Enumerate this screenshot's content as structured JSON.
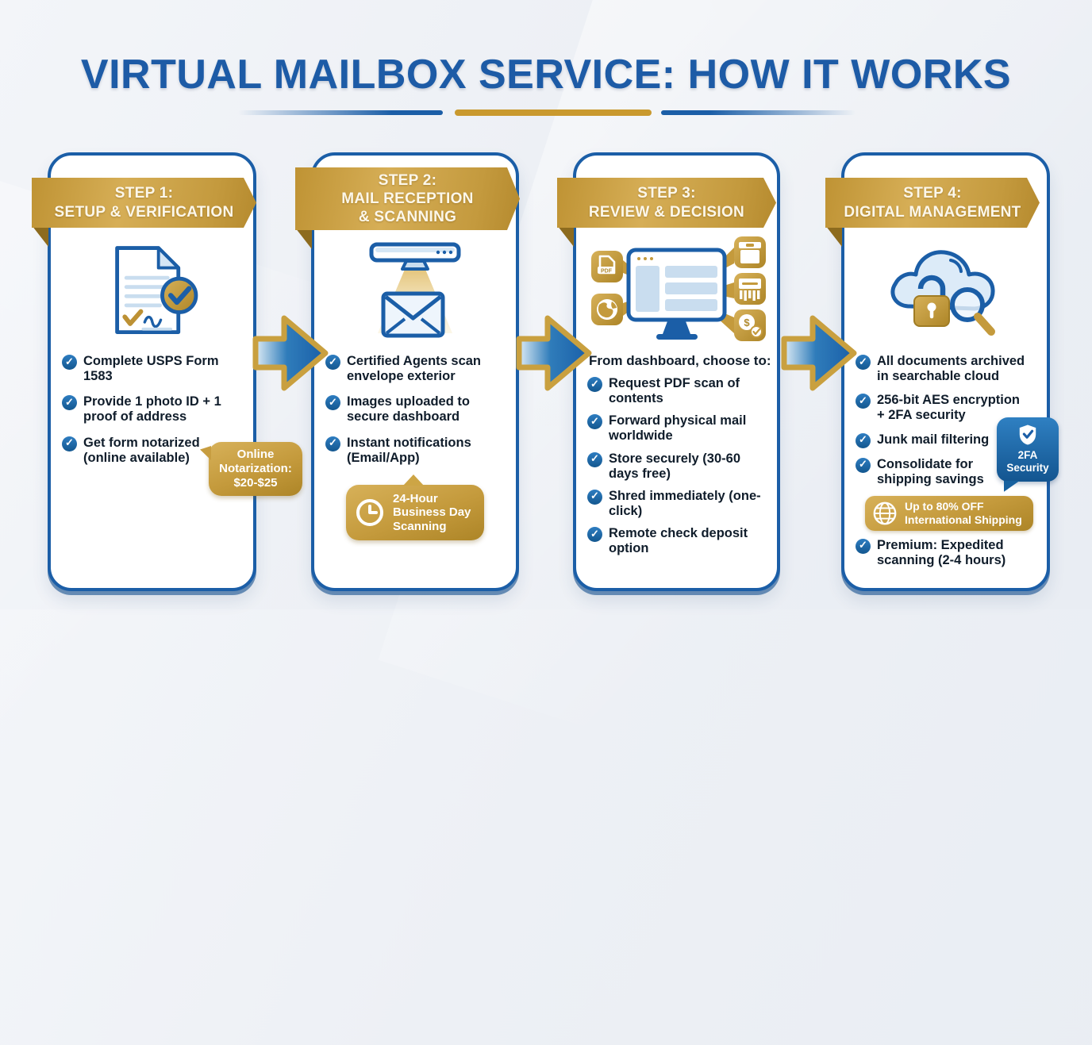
{
  "title": "VIRTUAL MAILBOX SERVICE: HOW IT WORKS",
  "colors": {
    "primary_blue": "#1b5ea7",
    "gold": "#c49a3c",
    "dark_gold": "#8d6b1e",
    "text": "#101d2b",
    "background": "#edf0f5",
    "badge_blue": "#1d6aab"
  },
  "steps": [
    {
      "banner_lines": [
        "STEP 1:",
        "SETUP & VERIFICATION"
      ],
      "icon": "document-verified-icon",
      "bullets": [
        "Complete USPS Form 1583",
        "Provide 1 photo ID + 1 proof of address",
        "Get form notarized (online available)"
      ],
      "callout_lines": [
        "Online",
        "Notarization:",
        "$20-$25"
      ]
    },
    {
      "banner_lines": [
        "STEP 2:",
        "MAIL RECEPTION",
        "& SCANNING"
      ],
      "icon": "mail-scanner-icon",
      "bullets": [
        "Certified Agents scan envelope exterior",
        "Images uploaded to secure dashboard",
        "Instant notifications (Email/App)"
      ],
      "badge_icon": "clock-icon",
      "badge_lines": [
        "24-Hour",
        "Business Day",
        "Scanning"
      ]
    },
    {
      "banner_lines": [
        "STEP 3:",
        "REVIEW & DECISION"
      ],
      "icon": "dashboard-options-icon",
      "intro": "From dashboard, choose to:",
      "bullets": [
        "Request PDF scan of contents",
        "Forward physical mail worldwide",
        "Store securely (30-60 days free)",
        "Shred immediately (one-click)",
        "Remote check deposit option"
      ]
    },
    {
      "banner_lines": [
        "STEP 4:",
        "DIGITAL MANAGEMENT"
      ],
      "icon": "cloud-security-icon",
      "bullets": [
        "All documents archived in searchable cloud",
        "256-bit AES encryption + 2FA security",
        "Junk mail filtering",
        "Consolidate for shipping savings",
        "Premium: Expedited scanning (2-4 hours)"
      ],
      "security_badge_icon": "shield-check-icon",
      "security_badge_lines": [
        "2FA",
        "Security"
      ],
      "shipping_badge_icon": "globe-icon",
      "shipping_badge_lines": [
        "Up to 80% OFF",
        "International Shipping"
      ]
    }
  ]
}
